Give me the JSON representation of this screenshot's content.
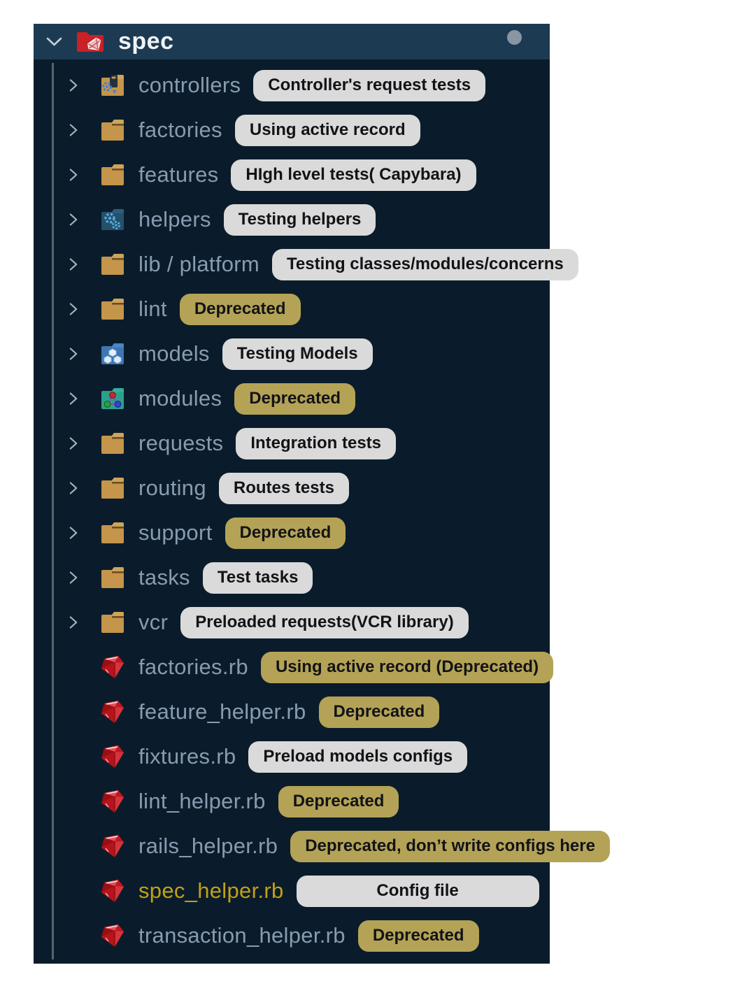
{
  "header": {
    "title": "spec"
  },
  "colors": {
    "panel_background": "#0a1c2b",
    "header_background": "#1d3a53",
    "gray_badge": "#dadada",
    "gold_badge": "#b4a356",
    "item_text": "#879cb1",
    "highlight_text": "#c2a013"
  },
  "tree": {
    "items": [
      {
        "name": "controllers",
        "type": "folder",
        "icon": "controllers-folder",
        "badge": {
          "text": "Controller's request tests",
          "style": "gray"
        }
      },
      {
        "name": "factories",
        "type": "folder",
        "icon": "folder",
        "badge": {
          "text": "Using active record",
          "style": "gray"
        }
      },
      {
        "name": "features",
        "type": "folder",
        "icon": "folder",
        "badge": {
          "text": "HIgh level tests( Capybara)",
          "style": "gray"
        }
      },
      {
        "name": "helpers",
        "type": "folder",
        "icon": "helpers-folder",
        "badge": {
          "text": "Testing helpers",
          "style": "gray"
        }
      },
      {
        "name": "lib / platform",
        "type": "folder",
        "icon": "folder",
        "badge": {
          "text": "Testing classes/modules/concerns",
          "style": "gray"
        }
      },
      {
        "name": "lint",
        "type": "folder",
        "icon": "folder",
        "badge": {
          "text": "Deprecated",
          "style": "gold"
        }
      },
      {
        "name": "models",
        "type": "folder",
        "icon": "models-folder",
        "badge": {
          "text": "Testing Models",
          "style": "gray"
        }
      },
      {
        "name": "modules",
        "type": "folder",
        "icon": "modules-folder",
        "badge": {
          "text": "Deprecated",
          "style": "gold"
        }
      },
      {
        "name": "requests",
        "type": "folder",
        "icon": "folder",
        "badge": {
          "text": "Integration tests",
          "style": "gray"
        }
      },
      {
        "name": "routing",
        "type": "folder",
        "icon": "folder",
        "badge": {
          "text": "Routes tests",
          "style": "gray"
        }
      },
      {
        "name": "support",
        "type": "folder",
        "icon": "folder",
        "badge": {
          "text": "Deprecated",
          "style": "gold"
        }
      },
      {
        "name": "tasks",
        "type": "folder",
        "icon": "folder",
        "badge": {
          "text": "Test tasks",
          "style": "gray"
        }
      },
      {
        "name": "vcr",
        "type": "folder",
        "icon": "folder",
        "badge": {
          "text": "Preloaded requests(VCR library)",
          "style": "gray"
        }
      },
      {
        "name": "factories.rb",
        "type": "file",
        "icon": "ruby",
        "badge": {
          "text": "Using active record (Deprecated)",
          "style": "gold"
        }
      },
      {
        "name": "feature_helper.rb",
        "type": "file",
        "icon": "ruby",
        "badge": {
          "text": "Deprecated",
          "style": "gold"
        }
      },
      {
        "name": "fixtures.rb",
        "type": "file",
        "icon": "ruby",
        "badge": {
          "text": "Preload models configs",
          "style": "gray"
        }
      },
      {
        "name": "lint_helper.rb",
        "type": "file",
        "icon": "ruby",
        "badge": {
          "text": "Deprecated",
          "style": "gold"
        }
      },
      {
        "name": "rails_helper.rb",
        "type": "file",
        "icon": "ruby",
        "badge": {
          "text": "Deprecated, don’t write configs here",
          "style": "gold"
        }
      },
      {
        "name": "spec_helper.rb",
        "type": "file",
        "icon": "ruby",
        "highlight": true,
        "badge": {
          "text": "Config file",
          "style": "gray",
          "wide": true
        }
      },
      {
        "name": "transaction_helper.rb",
        "type": "file",
        "icon": "ruby",
        "badge": {
          "text": "Deprecated",
          "style": "gold"
        }
      }
    ]
  }
}
